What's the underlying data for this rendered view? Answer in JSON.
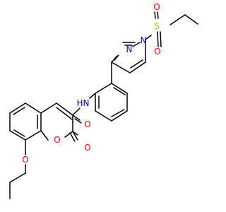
{
  "colors": {
    "bond": "#000000",
    "carbon": "#000000",
    "oxygen": "#ff0000",
    "nitrogen": "#0000ff",
    "sulfur": "#b8b800",
    "background": "#ffffff"
  },
  "molecule": {
    "atoms": [
      {
        "id": "o_ether",
        "text": "O",
        "element": "oxygen"
      },
      {
        "id": "o_ring",
        "text": "O",
        "element": "oxygen"
      },
      {
        "id": "o_lactone",
        "text": "O",
        "element": "oxygen"
      },
      {
        "id": "o_amide",
        "text": "O",
        "element": "oxygen"
      },
      {
        "id": "n_amide",
        "text": "N",
        "element": "nitrogen"
      },
      {
        "id": "h_amide",
        "text": "H",
        "element": "nitrogen"
      },
      {
        "id": "n_pyridazine_1",
        "text": "N",
        "element": "nitrogen"
      },
      {
        "id": "n_pyridazine_2",
        "text": "N",
        "element": "nitrogen"
      },
      {
        "id": "s_sulfonyl",
        "text": "S",
        "element": "sulfur"
      },
      {
        "id": "o_sulfonyl_1",
        "text": "O",
        "element": "oxygen"
      },
      {
        "id": "o_sulfonyl_2",
        "text": "O",
        "element": "oxygen"
      }
    ]
  }
}
